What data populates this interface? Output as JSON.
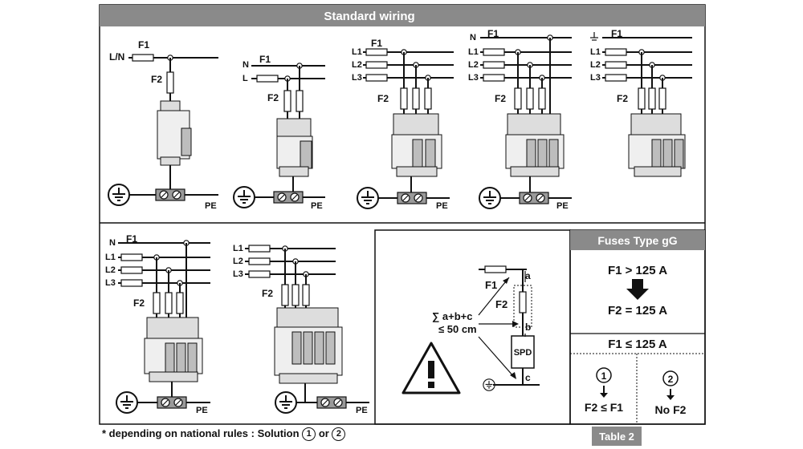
{
  "header": {
    "title": "Standard wiring"
  },
  "labels": {
    "ln": "L/N",
    "n": "N",
    "l": "L",
    "l1": "L1",
    "l2": "L2",
    "l3": "L3",
    "f1": "F1",
    "f2": "F2",
    "pe": "PE"
  },
  "detail": {
    "sum_line1": "∑ a+b+c",
    "sum_line2": "≤ 50 cm",
    "a": "a",
    "b": "b",
    "c": "c",
    "spd": "SPD"
  },
  "fuses_table": {
    "title": "Fuses Type gG",
    "row1_top": "F1 > 125 A",
    "row1_bottom": "F2 = 125 A",
    "row2_title": "F1 ≤ 125 A",
    "opt1_num": "1",
    "opt1_text": "F2 ≤ F1",
    "opt2_num": "2",
    "opt2_text": "No F2"
  },
  "footnote": {
    "text": "* depending on national rules : Solution",
    "opt1": "1",
    "or": "or",
    "opt2": "2"
  },
  "table_tag": "Table 2",
  "colors": {
    "header_bg": "#8a8a8a",
    "device_body": "#efefef",
    "device_dark": "#bdbdbd"
  }
}
